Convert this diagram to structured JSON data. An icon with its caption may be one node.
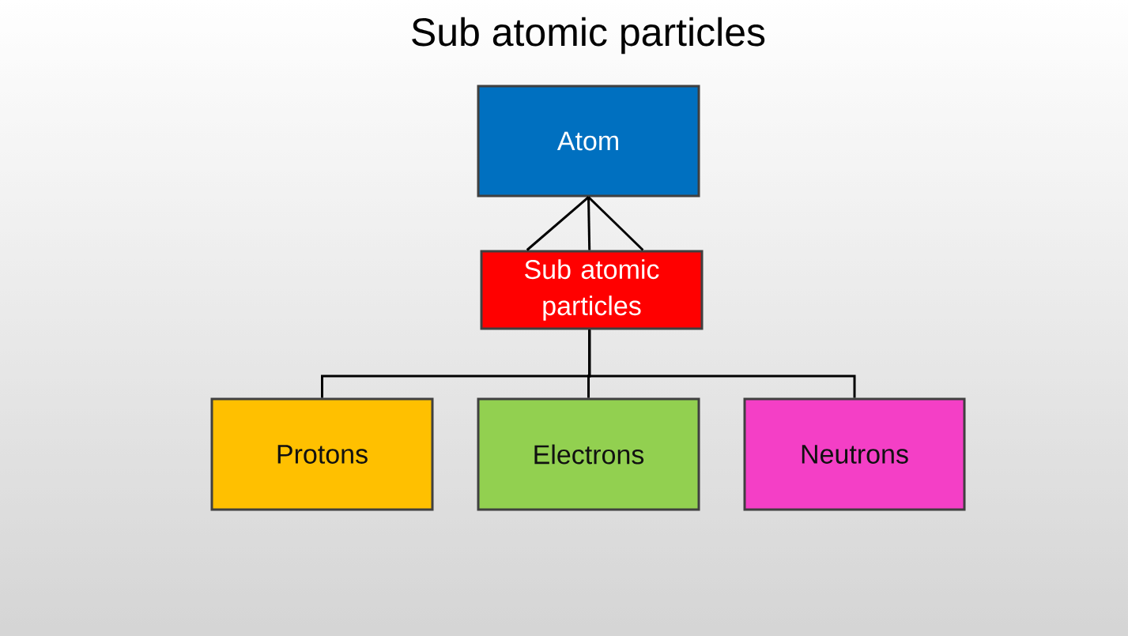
{
  "diagram": {
    "title": "Sub atomic particles",
    "nodes": [
      {
        "text": [
          "Atom"
        ]
      },
      {
        "text": [
          "Sub atomic particles"
        ]
      },
      {
        "text": [
          "Protons"
        ]
      },
      {
        "text": [
          "Electrons"
        ]
      },
      {
        "text": [
          "Neutrons"
        ]
      }
    ],
    "edges": [
      {
        "from": 0,
        "to": 1,
        "arrow": "none"
      },
      {
        "from": 0,
        "to": 1,
        "arrow": "none"
      },
      {
        "from": 0,
        "to": 1,
        "arrow": "none"
      },
      {
        "from": 1,
        "to": 2,
        "arrow": "none"
      },
      {
        "from": 1,
        "to": 3,
        "arrow": "none"
      },
      {
        "from": 1,
        "to": 4,
        "arrow": "none"
      }
    ]
  }
}
